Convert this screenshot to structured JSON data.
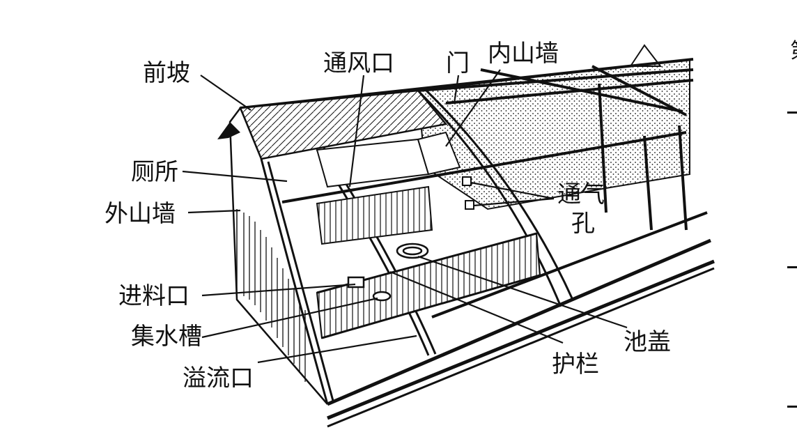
{
  "labels": {
    "qianpo": "前坡",
    "tongfengkou": "通风口",
    "men": "门",
    "neishanqiang": "内山墙",
    "cesuo": "厕所",
    "waishanqiang": "外山墙",
    "tongqikong_line1": "通气",
    "tongqikong_line2": "孔",
    "jinliaokou": "进料口",
    "jishuicao": "集水槽",
    "yiliukou": "溢流口",
    "hulan": "护栏",
    "chigai": "池盖"
  },
  "edge": {
    "cut_glyph": "第"
  },
  "colors": {
    "ink": "#111111",
    "paper": "#ffffff"
  }
}
